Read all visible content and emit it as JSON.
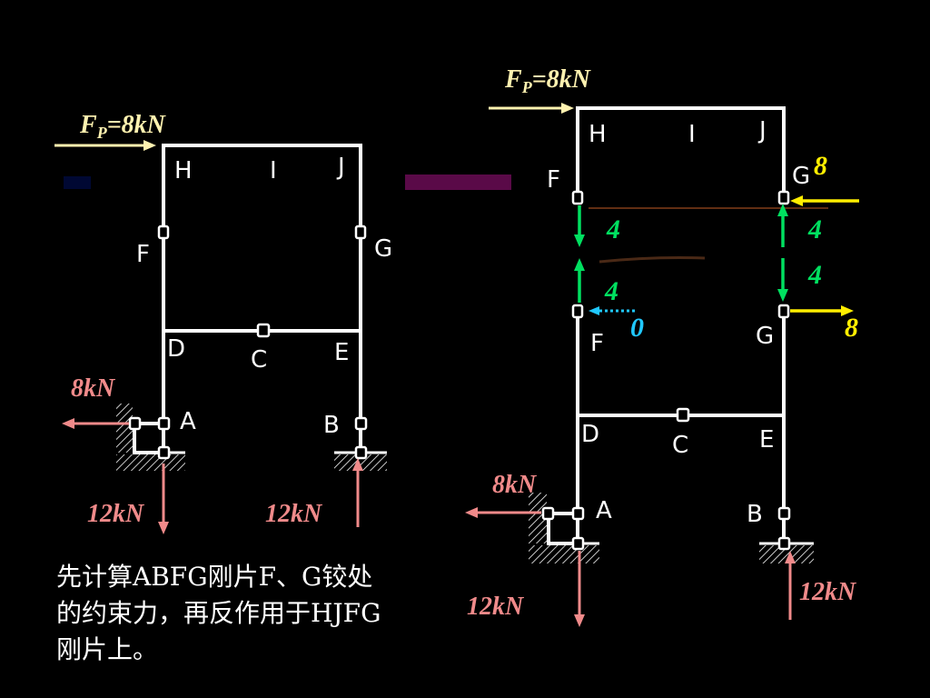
{
  "colors": {
    "frame": "#ffffff",
    "applied_force": "#fff2b0",
    "reaction": "#f08a8a",
    "internal_green": "#00e060",
    "internal_yellow": "#ffee00",
    "internal_cyan": "#20c8ff",
    "label_green": "#00e060",
    "label_yellow": "#ffee00",
    "label_cyan": "#20c8ff",
    "label_pink": "#f08a8a",
    "label_cream": "#fff2b0"
  },
  "left_diagram": {
    "force_main": "F",
    "force_sub": "P",
    "force_val": "=8kN",
    "nodes": {
      "H": "H",
      "I": "I",
      "J": "J",
      "F": "F",
      "G": "G",
      "D": "D",
      "C": "C",
      "E": "E",
      "A": "A",
      "B": "B"
    },
    "reaction_h": "8kN",
    "reaction_a": "12kN",
    "reaction_b": "12kN"
  },
  "right_diagram": {
    "force_main": "F",
    "force_sub": "P",
    "force_val": "=8kN",
    "upper_nodes": {
      "H": "H",
      "I": "I",
      "J": "J",
      "F": "F",
      "G": "G"
    },
    "lower_nodes": {
      "F": "F",
      "G": "G",
      "D": "D",
      "C": "C",
      "E": "E",
      "A": "A",
      "B": "B"
    },
    "g_upper_h": "8",
    "f_upper_v": "4",
    "g_upper_v": "4",
    "f_lower_v": "4",
    "g_lower_v": "4",
    "f_lower_h": "0",
    "g_lower_h": "8",
    "reaction_h": "8kN",
    "reaction_a": "12kN",
    "reaction_b": "12kN"
  },
  "caption": {
    "line1": "先计算ABFG刚片F、G铰处",
    "line2": "的约束力，再反作用于HJFG",
    "line3": "刚片上。"
  }
}
